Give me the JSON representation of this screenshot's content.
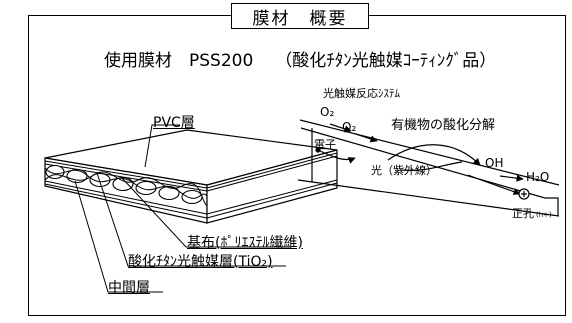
{
  "title": "膜材　概要",
  "subtitle": {
    "material": "使用膜材　PSS200",
    "note": "（酸化ﾁﾀﾝ光触媒ｺｰﾃｨﾝｸﾞ品）"
  },
  "cross_section": {
    "pvc_layer": "PVC層",
    "base_fabric": "基布(ﾎﾟﾘｴｽﾃﾙ繊維)",
    "tio2_layer": "酸化ﾁﾀﾝ光触媒層(TiO₂)",
    "middle_layer": "中間層"
  },
  "reaction_system": {
    "heading": "光触媒反応ｼｽﾃﾑ",
    "o2_a": "O₂",
    "o2_b": "O₂",
    "organic": "有機物の酸化分解",
    "electron": "電子",
    "light": "光（紫外線）",
    "oh": "OH",
    "h2o": "H₂O",
    "hole": "正孔",
    "hole_sub": "(h+)"
  }
}
